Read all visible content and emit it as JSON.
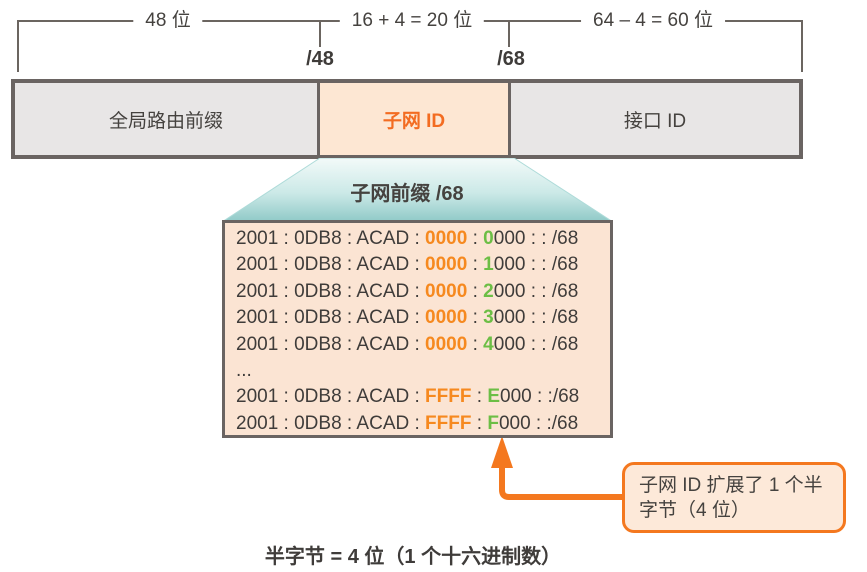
{
  "colors": {
    "accent_orange": "#F4781F",
    "subnet_label_orange": "#F36C21",
    "digit_orange": "#F6891F",
    "digit_green": "#6CBE45",
    "line_gray": "#6B6560",
    "bar_border_gray": "#6A6462",
    "gray_fill": "#E8E6E6",
    "peach_fill": "#FBE4D3",
    "funnel_top": "#F3FAF9",
    "funnel_bottom": "#8FC9C7",
    "text_dark": "#3F3C3A"
  },
  "top": {
    "width_labels": [
      {
        "label": "48 位"
      },
      {
        "label": "16 + 4 = 20 位"
      },
      {
        "label": "64 – 4 = 60 位"
      }
    ],
    "prefix_marks": [
      {
        "label": "/48"
      },
      {
        "label": "/68"
      }
    ]
  },
  "bar": {
    "segments": [
      {
        "label": "全局路由前缀"
      },
      {
        "label": "子网 ID"
      },
      {
        "label": "接口 ID"
      }
    ]
  },
  "funnel": {
    "label": "子网前缀 /68"
  },
  "address_box": {
    "lines": [
      {
        "pre": "2001 : 0DB8 : ACAD : ",
        "group": "0000",
        "sep": " : ",
        "nibble": "0",
        "rest": "000 : : /68"
      },
      {
        "pre": "2001 : 0DB8 : ACAD : ",
        "group": "0000",
        "sep": " : ",
        "nibble": "1",
        "rest": "000 : : /68"
      },
      {
        "pre": "2001 : 0DB8 : ACAD : ",
        "group": "0000",
        "sep": " : ",
        "nibble": "2",
        "rest": "000 : : /68"
      },
      {
        "pre": "2001 : 0DB8 : ACAD : ",
        "group": "0000",
        "sep": " : ",
        "nibble": "3",
        "rest": "000 : : /68"
      },
      {
        "pre": "2001 : 0DB8 : ACAD : ",
        "group": "0000",
        "sep": " : ",
        "nibble": "4",
        "rest": "000 : : /68"
      },
      {
        "pre": "...",
        "group": "",
        "sep": "",
        "nibble": "",
        "rest": ""
      },
      {
        "pre": "2001 : 0DB8 : ACAD : ",
        "group": "FFFF",
        "sep": " : ",
        "nibble": "E",
        "rest": "000 : :/68"
      },
      {
        "pre": "2001 : 0DB8 : ACAD : ",
        "group": "FFFF",
        "sep": " : ",
        "nibble": "F",
        "rest": "000 : :/68"
      }
    ]
  },
  "callout": {
    "line1": "子网 ID 扩展了 1 个半",
    "line2": "字节（4 位）"
  },
  "caption": "半字节 = 4 位（1 个十六进制数）"
}
